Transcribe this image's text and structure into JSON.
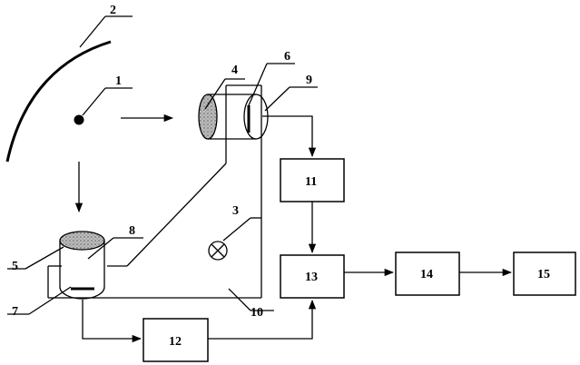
{
  "labels": {
    "l1": "1",
    "l2": "2",
    "l3": "3",
    "l4": "4",
    "l5": "5",
    "l6": "6",
    "l7": "7",
    "l8": "8",
    "l9": "9",
    "l10": "10"
  },
  "boxes": {
    "b11": "11",
    "b12": "12",
    "b13": "13",
    "b14": "14",
    "b15": "15"
  }
}
